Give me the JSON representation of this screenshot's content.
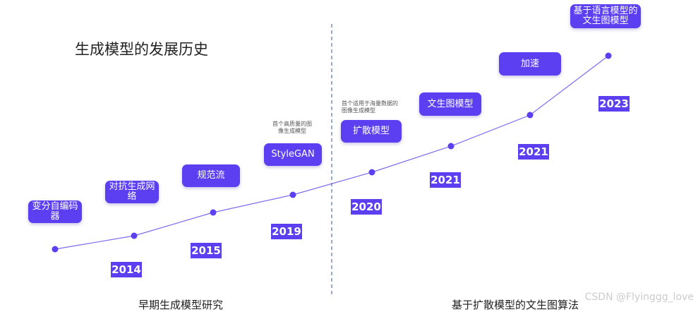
{
  "title": "生成模型的发展历史",
  "colors": {
    "accent": "#5b3ff0",
    "line": "#7c6cf0",
    "divider": "#6a87b3"
  },
  "milestones": [
    {
      "label": "变分自编码器",
      "year": "",
      "note": ""
    },
    {
      "label": "对抗生成网络",
      "year": "2014",
      "note": ""
    },
    {
      "label": "规范流",
      "year": "2015",
      "note": ""
    },
    {
      "label": "StyleGAN",
      "year": "2019",
      "note": "首个高质量的图像生成模型"
    },
    {
      "label": "扩散模型",
      "year": "2020",
      "note": "首个适用于海量数据的图像生成模型"
    },
    {
      "label": "文生图模型",
      "year": "2021",
      "note": ""
    },
    {
      "label": "加速",
      "year": "2021",
      "note": ""
    },
    {
      "label": "基于语言模型的文生图模型",
      "year": "2023",
      "note": ""
    }
  ],
  "sections": {
    "left": "早期生成模型研究",
    "right": "基于扩散模型的文生图算法"
  },
  "watermark": "CSDN @Flyinggg_love"
}
